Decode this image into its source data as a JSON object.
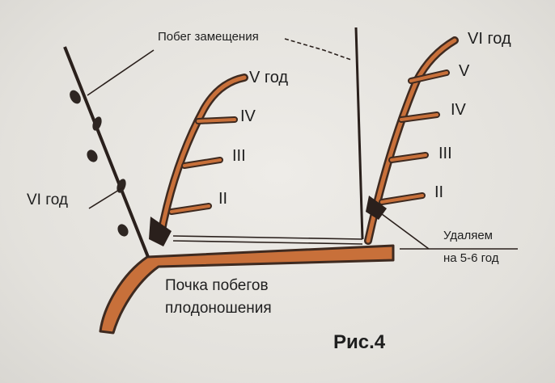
{
  "figure": {
    "caption": "Рис.4",
    "labels": {
      "replacement_shoot": "Побег замещения",
      "left_cane_age": "VI год",
      "bud_line1": "Почка побегов",
      "bud_line2": "плодоношения",
      "remove_line1": "Удаляем",
      "remove_line2": "на 5-6 год",
      "left_years": [
        "V год",
        "IV",
        "III",
        "II"
      ],
      "right_years": [
        "VI год",
        "V",
        "IV",
        "III",
        "II"
      ]
    },
    "colors": {
      "wood": "#c8703a",
      "wood_dark": "#3e2a20",
      "ink": "#1e1e1e",
      "background": "#e4e2de"
    }
  }
}
